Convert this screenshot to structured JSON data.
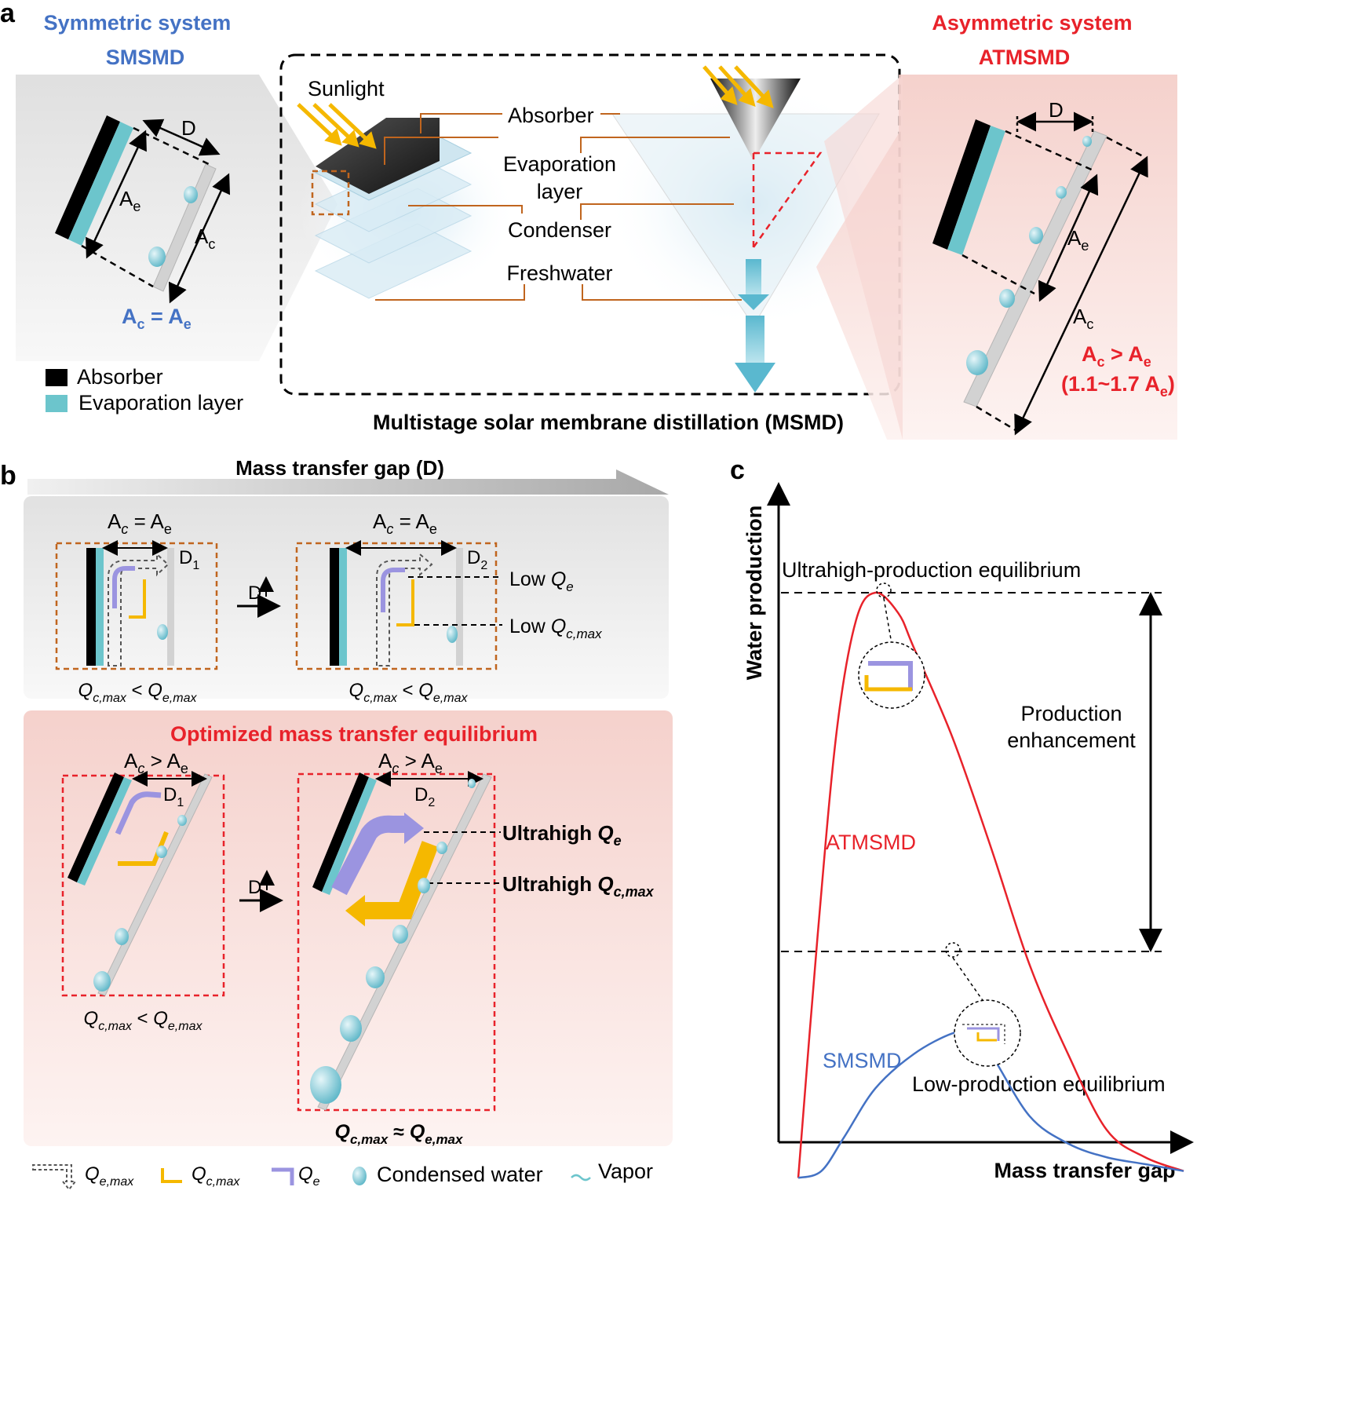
{
  "panel_letters": {
    "a": "a",
    "b": "b",
    "c": "c"
  },
  "panel_a": {
    "left_title_1": "Symmetric system",
    "left_title_2": "SMSMD",
    "right_title_1": "Asymmetric system",
    "right_title_2": "ATMSMD",
    "gap_label": "D",
    "area_e": "A",
    "area_e_sub": "e",
    "area_c": "A",
    "area_c_sub": "c",
    "sym_eq_left": "A",
    "sym_eq_left_sub": "c",
    "sym_eq_mid": " = A",
    "sym_eq_right_sub": "e",
    "asym_eq_left": "A",
    "asym_eq_left_sub": "c",
    "asym_eq_mid": " > A",
    "asym_eq_right_sub": "e",
    "asym_ratio": "(1.1~1.7 A",
    "asym_ratio_sub": "e",
    "asym_ratio_close": ")",
    "legend_absorber": "Absorber",
    "legend_evap": "Evaporation layer",
    "center_labels": {
      "sunlight": "Sunlight",
      "absorber": "Absorber",
      "evap_1": "Evaporation",
      "evap_2": "layer",
      "condenser": "Condenser",
      "freshwater": "Freshwater"
    },
    "caption": "Multistage solar membrane distillation (MSMD)"
  },
  "panel_b": {
    "gap_arrow_label": "Mass transfer gap (D)",
    "top_eq_1": "A",
    "top_eq_sub_c": "c",
    "top_eq_op": " = A",
    "top_eq_sub_e": "e",
    "d1": "D",
    "d1_sub": "1",
    "d2": "D",
    "d2_sub": "2",
    "d_up": "D",
    "low_qe": "Low ",
    "low_qe_q": "Q",
    "low_qe_sub": "e",
    "low_qc": "Low ",
    "low_qc_q": "Q",
    "low_qc_sub": "c,max",
    "cmp_q1": "Q",
    "cmp_q1_sub": "c,max",
    "cmp_op": " < ",
    "cmp_q2": "Q",
    "cmp_q2_sub": "e,max",
    "optimized_title": "Optimized mass transfer equilibrium",
    "bot_eq_op": " > A",
    "ultra_qe": "Ultrahigh ",
    "ultra_qe_q": "Q",
    "ultra_qe_sub": "e",
    "ultra_qc": "Ultrahigh ",
    "ultra_qc_q": "Q",
    "ultra_qc_sub": "c,max",
    "approx_op": " ≈ ",
    "legend": {
      "qemax": "Q",
      "qemax_sub": "e,max",
      "qcmax": "Q",
      "qcmax_sub": "c,max",
      "qe": "Q",
      "qe_sub": "e",
      "condensed": "Condensed water",
      "vapor": "Vapor"
    }
  },
  "panel_c": {
    "ylabel": "Water production",
    "xlabel": "Mass transfer gap",
    "ultra_label": "Ultrahigh-production equilibrium",
    "low_label": "Low-production equilibrium",
    "enh_1": "Production",
    "enh_2": "enhancement",
    "atm_label": "ATMSMD",
    "sms_label": "SMSMD",
    "colors": {
      "atmsmd": "#e8222a",
      "smsmd": "#4472c4"
    },
    "chart_data": {
      "type": "line",
      "xlabel": "Mass transfer gap",
      "ylabel": "Water production",
      "xlim": [
        0,
        1
      ],
      "ylim": [
        0,
        1
      ],
      "series": [
        {
          "name": "ATMSMD",
          "x": [
            0.0,
            0.05,
            0.1,
            0.15,
            0.2,
            0.26,
            0.3,
            0.4,
            0.5,
            0.6,
            0.7,
            0.8,
            0.9,
            1.0
          ],
          "y": [
            0.15,
            0.5,
            0.8,
            0.96,
            1.0,
            0.97,
            0.92,
            0.79,
            0.63,
            0.46,
            0.33,
            0.22,
            0.18,
            0.16
          ]
        },
        {
          "name": "SMSMD",
          "x": [
            0.0,
            0.06,
            0.12,
            0.2,
            0.3,
            0.4,
            0.45,
            0.5,
            0.6,
            0.7,
            0.8,
            0.9,
            1.0
          ],
          "y": [
            0.15,
            0.16,
            0.21,
            0.28,
            0.33,
            0.36,
            0.36,
            0.33,
            0.24,
            0.2,
            0.18,
            0.17,
            0.16
          ]
        }
      ]
    }
  }
}
